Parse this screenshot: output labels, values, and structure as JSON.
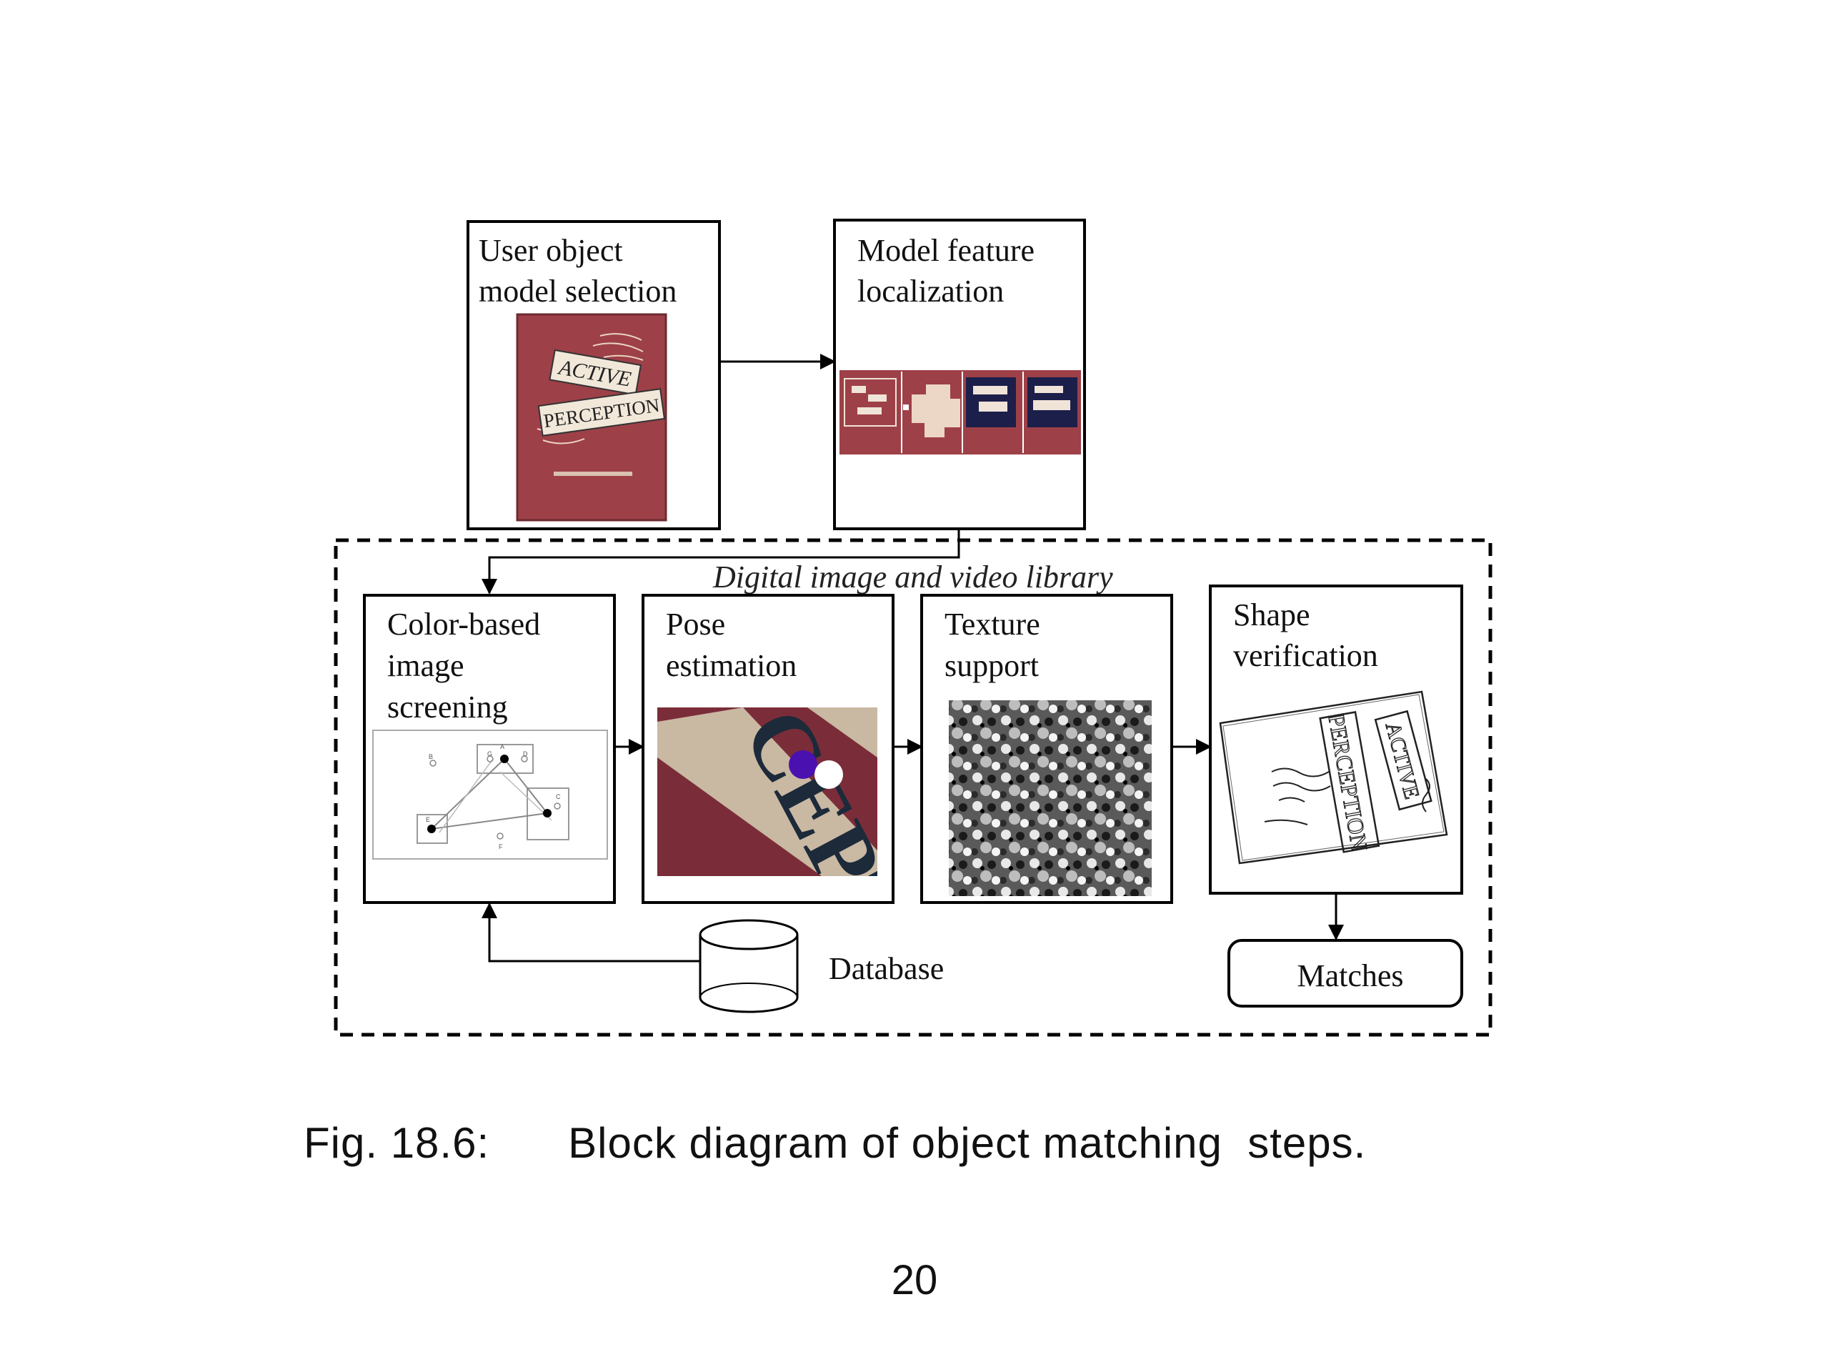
{
  "diagram": {
    "box_user_model": {
      "line1": "User object",
      "line2": "model selection"
    },
    "box_feature_localization": {
      "line1": "Model feature",
      "line2": "localization"
    },
    "library_label": "Digital image and video library",
    "box_color_screening": {
      "line1": "Color-based",
      "line2": "image",
      "line3": "screening"
    },
    "box_pose": {
      "line1": "Pose",
      "line2": "estimation"
    },
    "box_texture": {
      "line1": "Texture",
      "line2": "support"
    },
    "box_shape": {
      "line1": "Shape",
      "line2": "verification"
    },
    "database_label": "Database",
    "matches_label": "Matches",
    "book_cover": {
      "word1": "ACTIVE",
      "word2": "PERCEPTION",
      "color": "#9e4048"
    },
    "pose_crop_text": "CEPTI",
    "pose_markers": {
      "dot1_color": "#4a10b0",
      "dot2_color": "#ffffff"
    },
    "shape_outline_text": {
      "word1": "PERCEPTION",
      "word2": "ACTIVE"
    },
    "screening_graph_letters": [
      "A",
      "B",
      "C",
      "D",
      "E",
      "F",
      "G"
    ]
  },
  "caption": {
    "label": "Fig. 18.6:",
    "text": "Block diagram of object matching  steps."
  },
  "page_number": "20"
}
